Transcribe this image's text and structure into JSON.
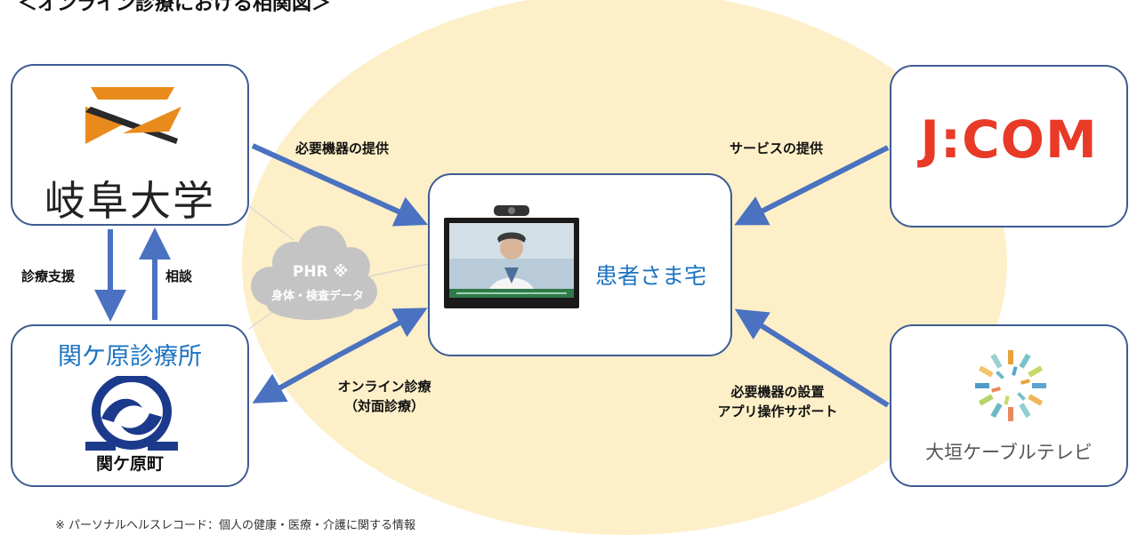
{
  "title": "＜オンライン診療における相関図＞",
  "nodes": {
    "gifu": {
      "name": "岐阜大学"
    },
    "clinic": {
      "name": "関ケ原診療所",
      "town": "関ケ原町"
    },
    "patient": {
      "name": "患者さま宅"
    },
    "jcom": {
      "name": "J:COM"
    },
    "ogaki": {
      "name": "大垣ケーブルテレビ"
    },
    "phr": {
      "title": "PHR ※",
      "subtitle": "身体・検査データ"
    }
  },
  "edges": {
    "gifu_to_patient": "必要機器の提供",
    "jcom_to_patient": "サービスの提供",
    "gifu_to_clinic": "診療支援",
    "clinic_to_gifu": "相談",
    "clinic_patient_line1": "オンライン診療",
    "clinic_patient_line2": "（対面診療）",
    "ogaki_to_patient_line1": "必要機器の設置",
    "ogaki_to_patient_line2": "アプリ操作サポート"
  },
  "footnote": "※ パーソナルヘルスレコード：個人の健康・医療・介護に関する情報",
  "colors": {
    "arrow": "#4a72c0",
    "box_border": "#3d5c91",
    "ellipse": "#fdefc8",
    "cloud": "#c4c4c4",
    "accent_blue": "#1b74c2",
    "jcom_red": "#e83a27"
  }
}
